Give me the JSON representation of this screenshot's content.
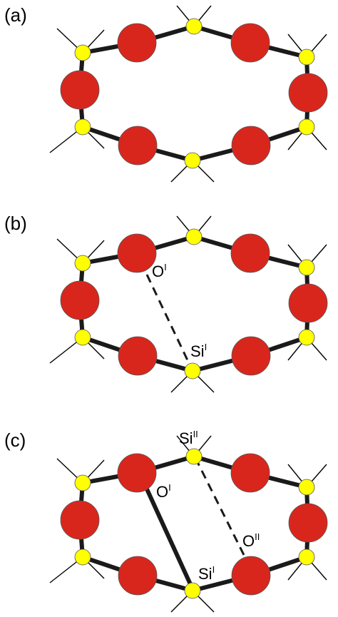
{
  "colors": {
    "oxygen": "#d9261c",
    "silicon": "#ffff00",
    "bond": "#1a1a1a",
    "outline": "#555555"
  },
  "panels": [
    {
      "label": "(a)",
      "atom_labels": []
    },
    {
      "label": "(b)",
      "atom_labels": [
        {
          "base": "O",
          "sup": "I"
        },
        {
          "base": "Si",
          "sup": "I"
        }
      ]
    },
    {
      "label": "(c)",
      "atom_labels": [
        {
          "base": "O",
          "sup": "I"
        },
        {
          "base": "Si",
          "sup": "I"
        },
        {
          "base": "Si",
          "sup": "II"
        },
        {
          "base": "O",
          "sup": "II"
        }
      ]
    }
  ]
}
